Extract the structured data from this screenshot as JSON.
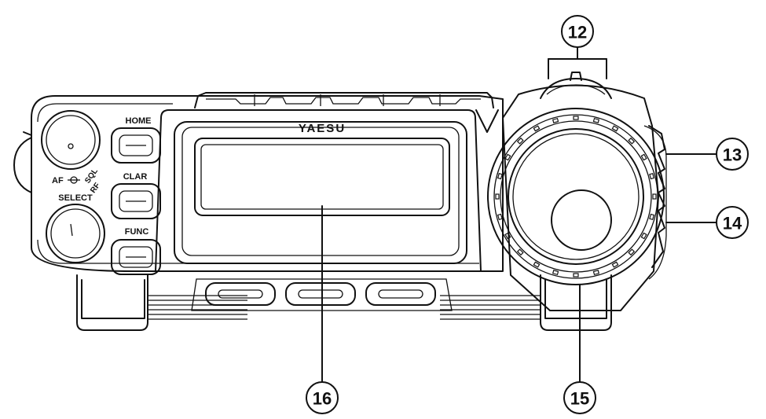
{
  "brand": "YAESU",
  "buttons": {
    "home": "HOME",
    "clar": "CLAR",
    "func": "FUNC"
  },
  "knobs": {
    "af_label": "AF",
    "sql_label": "SQL",
    "rf_label": "RF",
    "select_label": "SELECT"
  },
  "callouts": {
    "c12": "12",
    "c13": "13",
    "c14": "14",
    "c15": "15",
    "c16": "16"
  }
}
